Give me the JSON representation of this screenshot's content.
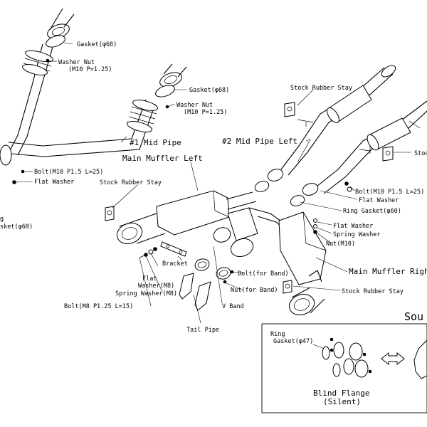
{
  "labels": {
    "gasket68_a": "Gasket(φ68)",
    "washer_nut_a1": "Washer Nut",
    "washer_nut_a2": "(M10 P=1.25)",
    "gasket68_b": "Gasket(φ68)",
    "washer_nut_b1": "Washer Nut",
    "washer_nut_b2": "(M10 P=1.25)",
    "stock_rubber_stay_top": "Stock Rubber Stay",
    "mid_pipe_1": "#1 Mid Pipe",
    "mid_pipe_2_left": "#2 Mid Pipe Left",
    "stock_right_cut": "Stock",
    "main_muffler_left": "Main Muffler Left",
    "bolt_m10_left": "Bolt(M10 P1.5 L=25)",
    "flat_washer_left": "Flat Washer",
    "stock_rubber_stay_left": "Stock Rubber Stay",
    "ring_left_cut": "g",
    "gasket60_left_cut": "sket(φ60)",
    "bolt_m10_right": "Bolt(M10 P1.5 L=25)",
    "flat_washer_right": "Flat Washer",
    "ring_gasket60": "Ring Gasket(φ60)",
    "flat_washer_mid": "Flat Washer",
    "spring_washer": "Spring Washer",
    "nut_m10": "Nut(M10)",
    "bracket": "Bracket",
    "flat_washer_m8_1": "Flat",
    "flat_washer_m8_2": "Washer(M8)",
    "spring_washer_m8": "Spring Washer(M8)",
    "bolt_m8": "Bolt(M8 P1.25 L=15)",
    "bolt_for_band": "Bolt(for Band)",
    "nut_for_band": "Nut(for Band)",
    "v_band": "V Band",
    "tail_pipe": "Tail Pipe",
    "main_muffler_right": "Main Muffler Right",
    "stock_rubber_stay_right": "Stock Rubber Stay",
    "sound_cut": "Sou",
    "ring_gasket47_1": "Ring",
    "ring_gasket47_2": "Gasket(φ47)",
    "blind_flange": "Blind Flange",
    "silent": "(Silent)"
  },
  "icons": {
    "double_arrow": "double-arrow-icon"
  }
}
